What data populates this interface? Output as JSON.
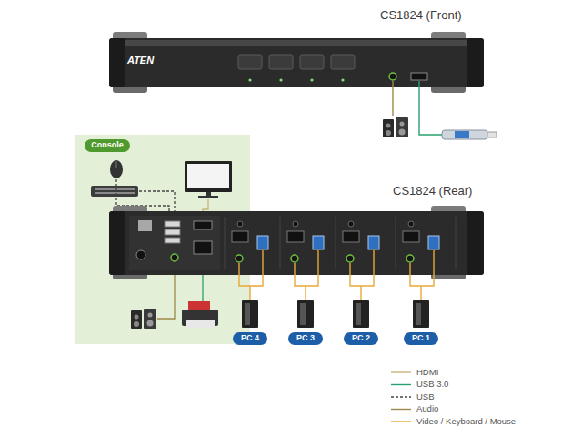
{
  "diagram": {
    "nodes": [
      {
        "text": [
          "Console"
        ]
      },
      {
        "text": [
          "PC 4"
        ]
      },
      {
        "text": [
          "PC 3"
        ]
      },
      {
        "text": [
          "PC 2"
        ]
      },
      {
        "text": [
          "PC 1"
        ]
      }
    ],
    "labels": [
      "CS1824 (Front)",
      "ATEN",
      "CS1824 (Rear)"
    ],
    "legend": [
      {
        "text": "HDMI"
      },
      {
        "text": "USB 3.0"
      },
      {
        "text": "USB"
      },
      {
        "text": "Audio"
      },
      {
        "text": "Video / Keyboard / Mouse"
      }
    ]
  }
}
